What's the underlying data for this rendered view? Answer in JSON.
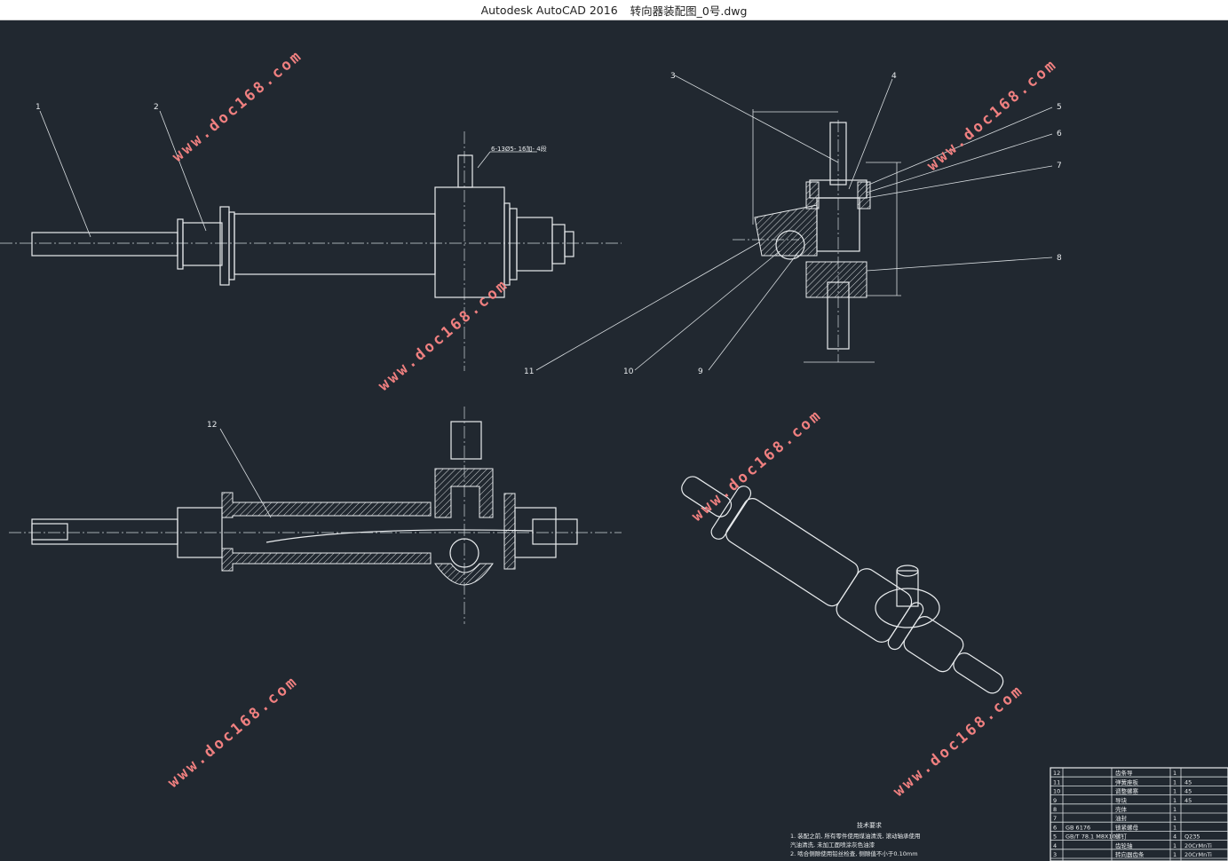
{
  "window": {
    "app_title": "Autodesk AutoCAD 2016",
    "file_name": "转向器装配图_0号.dwg"
  },
  "callouts": [
    "1",
    "2",
    "3",
    "4",
    "5",
    "6",
    "7",
    "8",
    "9",
    "10",
    "11",
    "12"
  ],
  "dimension_note": "6-13Ø5- 16加- 4段",
  "watermark": "www.doc168.com",
  "tech_requirements": {
    "title": "技术要求",
    "lines": [
      "1.   装配之前, 所有零件使用煤油清洗, 滚动轴承使用",
      "      汽油清洗, 未加工面喷涂灰色油漆",
      "2.   啮合侧隙使用铅丝检查, 侧隙值不小于0.10mm"
    ]
  },
  "bom": {
    "rows": [
      {
        "no": "12",
        "code": "",
        "name": "齿条导",
        "qty": "1",
        "material": ""
      },
      {
        "no": "11",
        "code": "",
        "name": "弹簧座板",
        "qty": "1",
        "material": "45"
      },
      {
        "no": "10",
        "code": "",
        "name": "调整螺塞",
        "qty": "1",
        "material": "45"
      },
      {
        "no": "9",
        "code": "",
        "name": "导块",
        "qty": "1",
        "material": "45"
      },
      {
        "no": "8",
        "code": "",
        "name": "壳体",
        "qty": "1",
        "material": ""
      },
      {
        "no": "7",
        "code": "",
        "name": "油封",
        "qty": "1",
        "material": ""
      },
      {
        "no": "6",
        "code": "GB 6176",
        "name": "锁紧螺母",
        "qty": "1",
        "material": ""
      },
      {
        "no": "5",
        "code": "GB/T 78.1 M8X10",
        "name": "螺钉",
        "qty": "4",
        "material": "Q235"
      },
      {
        "no": "4",
        "code": "",
        "name": "齿轮轴",
        "qty": "1",
        "material": "20CrMnTi"
      },
      {
        "no": "3",
        "code": "",
        "name": "转向器齿条",
        "qty": "1",
        "material": "20CrMnTi"
      }
    ]
  }
}
